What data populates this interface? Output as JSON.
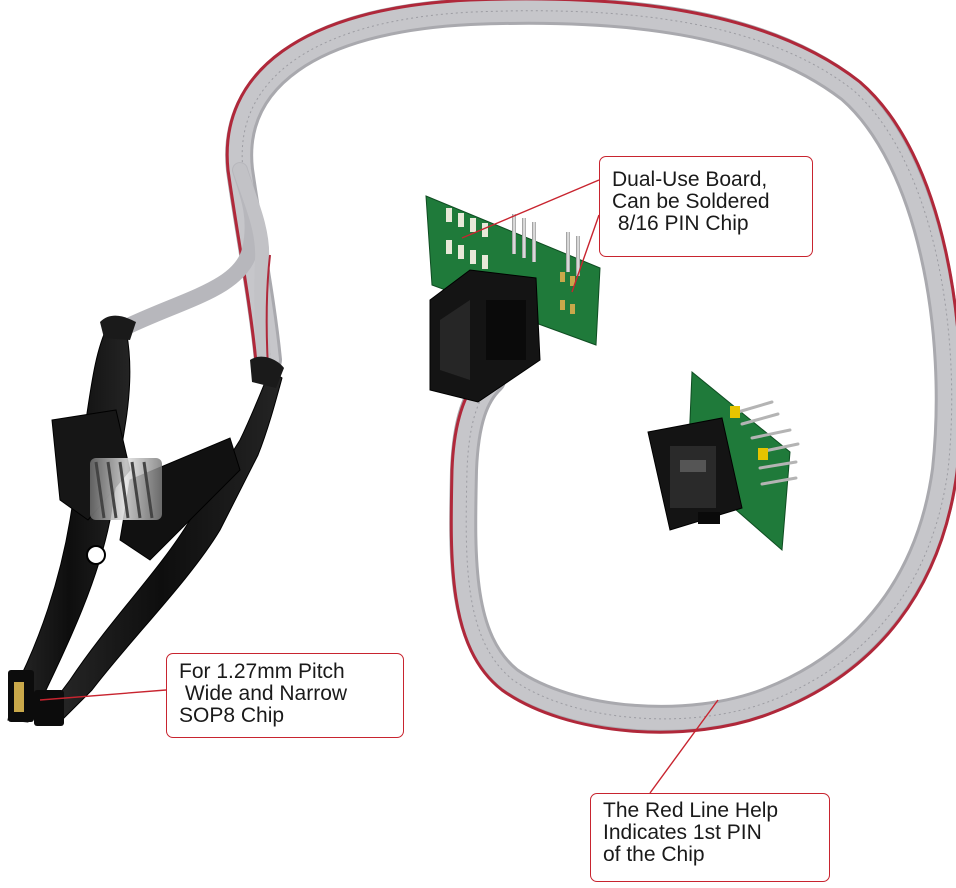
{
  "callouts": {
    "board": {
      "lines": [
        "Dual-Use Board,",
        "Can be Soldered",
        " 8/16 PIN Chip"
      ]
    },
    "clip": {
      "lines": [
        "For 1.27mm Pitch",
        " Wide and Narrow",
        "SOP8 Chip"
      ]
    },
    "red_line": {
      "lines": [
        "The Red Line Help",
        "Indicates 1st PIN",
        "of the Chip"
      ]
    }
  },
  "colors": {
    "callout_border": "#c8242f",
    "ribbon_gray": "#b9b9bd",
    "ribbon_red": "#b0283a",
    "pcb_green": "#1f7a3a",
    "clip_black": "#151515",
    "pin_gold": "#e6c400"
  }
}
